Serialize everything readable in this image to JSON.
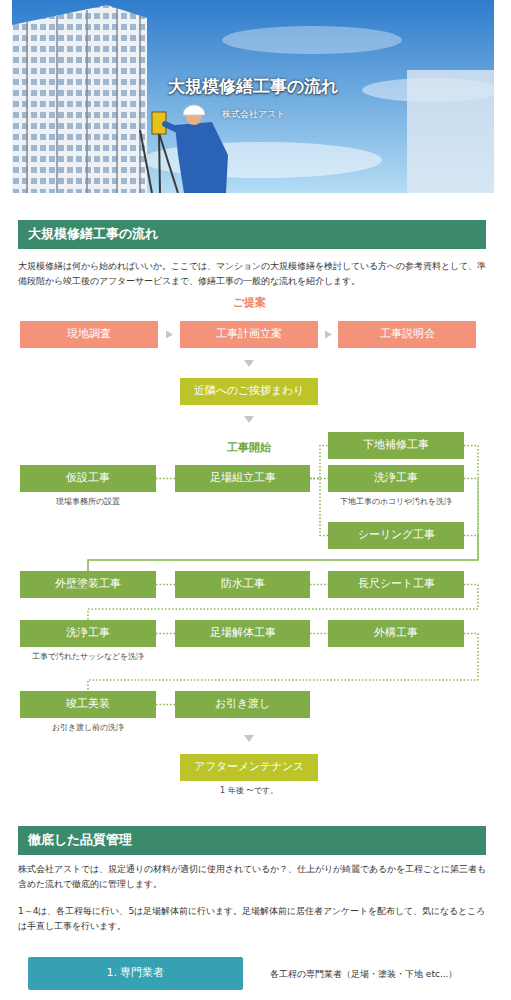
{
  "diagram": {
    "title": "大規模修繕工事の流れ",
    "nodes": [
      {
        "text": [
          "大規模修繕工事の流れ"
        ]
      },
      {
        "text": [
          "現地調査"
        ]
      },
      {
        "text": [
          "工事計画立案"
        ]
      },
      {
        "text": [
          "工事説明会"
        ]
      },
      {
        "text": [
          "近隣へのご挨拶まわり"
        ]
      },
      {
        "text": [
          "仮設工事",
          "現場事務所の設置"
        ]
      },
      {
        "text": [
          "足場組立工事"
        ]
      },
      {
        "text": [
          "下地補修工事"
        ]
      },
      {
        "text": [
          "洗浄工事",
          "下地工事のホコリや汚れを洗浄"
        ]
      },
      {
        "text": [
          "シーリング工事"
        ]
      },
      {
        "text": [
          "外壁塗装工事"
        ]
      },
      {
        "text": [
          "防水工事"
        ]
      },
      {
        "text": [
          "長尺シート工事"
        ]
      },
      {
        "text": [
          "洗浄工事",
          "工事で汚れたサッシなどを洗浄"
        ]
      },
      {
        "text": [
          "足場解体工事"
        ]
      },
      {
        "text": [
          "外構工事"
        ]
      },
      {
        "text": [
          "竣工美装",
          "お引き渡し前の洗浄"
        ]
      },
      {
        "text": [
          "お引き渡し"
        ]
      },
      {
        "text": [
          "アフターメンテナンス",
          "1 年後 〜です。"
        ]
      },
      {
        "text": [
          "徹底した品質管理"
        ]
      },
      {
        "text": [
          "1. 専門業者"
        ]
      }
    ],
    "edges": [
      {
        "from": 1,
        "to": 2,
        "arrow": "to"
      },
      {
        "from": 2,
        "to": 3,
        "arrow": "to"
      },
      {
        "from": 3,
        "to": 4,
        "arrow": "to"
      },
      {
        "from": 4,
        "to": 5,
        "arrow": "to"
      },
      {
        "from": 5,
        "to": 6,
        "arrow": "none"
      },
      {
        "from": 6,
        "to": 7,
        "arrow": "none"
      },
      {
        "from": 6,
        "to": 8,
        "arrow": "none"
      },
      {
        "from": 6,
        "to": 9,
        "arrow": "none"
      },
      {
        "from": 7,
        "to": 10,
        "arrow": "none"
      },
      {
        "from": 8,
        "to": 10,
        "arrow": "none"
      },
      {
        "from": 9,
        "to": 10,
        "arrow": "none"
      },
      {
        "from": 10,
        "to": 11,
        "arrow": "none"
      },
      {
        "from": 11,
        "to": 12,
        "arrow": "none"
      },
      {
        "from": 12,
        "to": 13,
        "arrow": "none"
      },
      {
        "from": 13,
        "to": 14,
        "arrow": "none"
      },
      {
        "from": 14,
        "to": 15,
        "arrow": "none"
      },
      {
        "from": 15,
        "to": 16,
        "arrow": "none"
      },
      {
        "from": 16,
        "to": 17,
        "arrow": "none"
      },
      {
        "from": 17,
        "to": 18,
        "arrow": "to"
      }
    ],
    "labels": [
      "株式会社アスト",
      "大規模修繕は何から始めればいいか。ここでは、マンションの大規模修繕を検討している方への参考資料として、準備段階から竣工後のアフターサービスまで、修繕工事の一般的な流れを紹介します。",
      "ご提案",
      "工事開始",
      "株式会社アストでは、規定通りの材料が適切に使用されているか？、仕上がりが綺麗であるかを工程ごとに第三者も含めた流れで徹底的に管理します。",
      "1～4は、各工程毎に行い、5は足場解体前に行います。足場解体前に居住者アンケートを配布して、気になるところは手直し工事を行います。",
      "各工程の専門業者（足場・塗装・下地 etc...）"
    ]
  }
}
